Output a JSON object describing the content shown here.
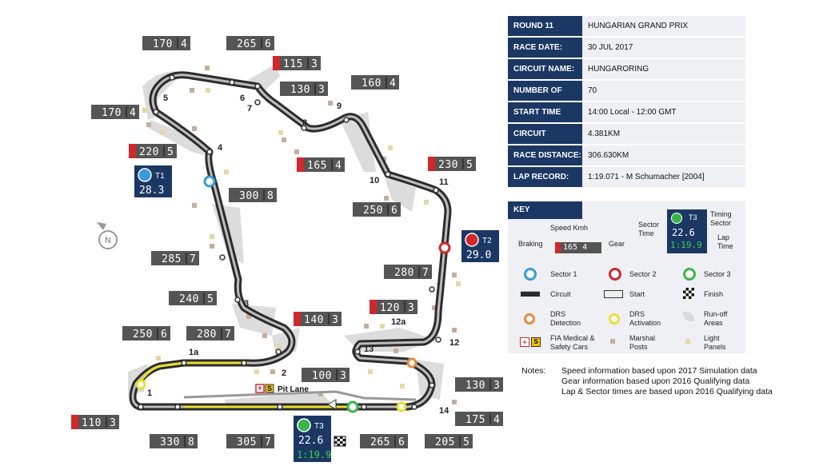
{
  "info": {
    "rows": [
      {
        "label": "ROUND 11",
        "value": "HUNGARIAN GRAND PRIX"
      },
      {
        "label": "RACE DATE:",
        "value": "30 JUL 2017"
      },
      {
        "label": "CIRCUIT NAME:",
        "value": "HUNGARORING"
      },
      {
        "label": "NUMBER OF LAPS:",
        "value": "70"
      },
      {
        "label": "START TIME",
        "value": "14:00 Local - 12:00 GMT"
      },
      {
        "label": "CIRCUIT LENGTH:",
        "value": "4.381KM"
      },
      {
        "label": "RACE DISTANCE:",
        "value": "306.630KM"
      },
      {
        "label": "LAP RECORD:",
        "value": "1:19.071 - M Schumacher [2004]"
      }
    ]
  },
  "key": {
    "title": "KEY",
    "sample_speed": "165",
    "sample_gear": "4",
    "speed_kmh": "Speed Kmh",
    "braking": "Braking",
    "gear": "Gear",
    "sector_time": "Sector Time",
    "timing_sector": "Timing Sector",
    "lap_time": "Lap Time",
    "sample_sector": "T3",
    "sample_sector_time": "22.6",
    "sample_lap_time": "1:19.9",
    "sector1": "Sector 1",
    "sector2": "Sector 2",
    "sector3": "Sector 3",
    "circuit": "Circuit",
    "start": "Start",
    "finish": "Finish",
    "drs_detection": "DRS Detection",
    "drs_activation": "DRS Activation",
    "runoff": "Run-off Areas",
    "medical": "FIA Medical & Safety Cars",
    "marshal": "Marshal Posts",
    "light_panels": "Light Panels"
  },
  "notes": {
    "label": "Notes:",
    "lines": [
      "Speed information based upon 2017 Simulation data",
      "Gear information based upon 2016 Qualifying data",
      "Lap & Sector times are based upon 2016 Qualifying data"
    ]
  },
  "sectors": [
    {
      "name": "T1",
      "time": "28.3"
    },
    {
      "name": "T2",
      "time": "29.0"
    },
    {
      "name": "T3",
      "time": "22.6",
      "lap": "1:19.9"
    }
  ],
  "pit_lane": "Pit Lane",
  "corners": [
    "1",
    "1a",
    "2",
    "3",
    "4",
    "5",
    "6",
    "7",
    "8",
    "9",
    "10",
    "11",
    "12",
    "12a",
    "13",
    "14"
  ],
  "speeds": [
    {
      "speed": "170",
      "gear": "4",
      "braking": false
    },
    {
      "speed": "265",
      "gear": "6",
      "braking": false
    },
    {
      "speed": "115",
      "gear": "3",
      "braking": true
    },
    {
      "speed": "130",
      "gear": "3",
      "braking": false
    },
    {
      "speed": "160",
      "gear": "4",
      "braking": false
    },
    {
      "speed": "170",
      "gear": "4",
      "braking": false
    },
    {
      "speed": "220",
      "gear": "5",
      "braking": true
    },
    {
      "speed": "165",
      "gear": "4",
      "braking": true
    },
    {
      "speed": "230",
      "gear": "5",
      "braking": true
    },
    {
      "speed": "300",
      "gear": "8",
      "braking": false
    },
    {
      "speed": "250",
      "gear": "6",
      "braking": false
    },
    {
      "speed": "285",
      "gear": "7",
      "braking": false
    },
    {
      "speed": "280",
      "gear": "7",
      "braking": false
    },
    {
      "speed": "240",
      "gear": "5",
      "braking": false
    },
    {
      "speed": "120",
      "gear": "3",
      "braking": true
    },
    {
      "speed": "140",
      "gear": "3",
      "braking": true
    },
    {
      "speed": "250",
      "gear": "6",
      "braking": false
    },
    {
      "speed": "280",
      "gear": "7",
      "braking": false
    },
    {
      "speed": "100",
      "gear": "3",
      "braking": false
    },
    {
      "speed": "130",
      "gear": "3",
      "braking": false
    },
    {
      "speed": "175",
      "gear": "4",
      "braking": false
    },
    {
      "speed": "110",
      "gear": "3",
      "braking": true
    },
    {
      "speed": "330",
      "gear": "8",
      "braking": false
    },
    {
      "speed": "305",
      "gear": "7",
      "braking": false
    },
    {
      "speed": "265",
      "gear": "6",
      "braking": false
    },
    {
      "speed": "205",
      "gear": "5",
      "braking": false
    }
  ],
  "colors": {
    "navy": "#1b3763",
    "speed_box": "#555555",
    "braking": "#d0282b",
    "drs": "#e8e030",
    "sector1": "#3a9ad9",
    "sector2": "#d0282b",
    "sector3": "#3bb54a"
  }
}
